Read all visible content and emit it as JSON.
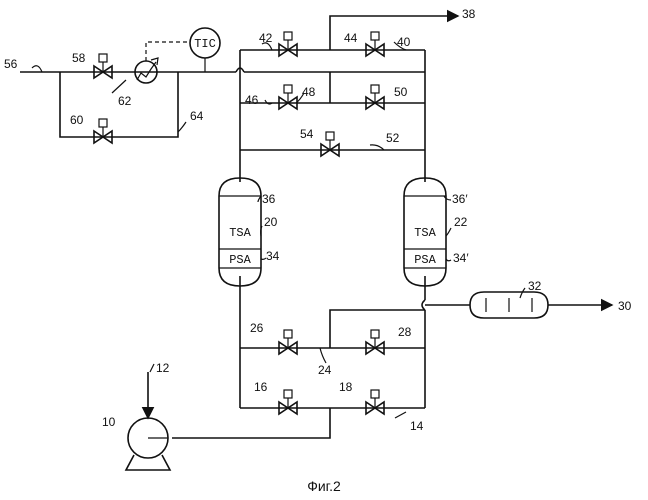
{
  "caption": "Фиг.2",
  "instrument": "TIC",
  "vessels": {
    "left": {
      "top_ref": "36",
      "bed_label": "TSA",
      "bed_ref": "20",
      "psa_label": "PSA",
      "psa_ref": "34"
    },
    "right": {
      "top_ref": "36′",
      "bed_label": "TSA",
      "bed_ref": "22",
      "psa_label": "PSA",
      "psa_ref": "34′"
    }
  },
  "refs": {
    "inlet_line": "56",
    "bypass_valve_top": "58",
    "heater": "62",
    "bypass_valve_bottom": "60",
    "bypass_line": "64",
    "valve_42": "42",
    "valve_44": "44",
    "line_40": "40",
    "line_38": "38",
    "valve_46": "46",
    "valve_48": "48",
    "valve_50": "50",
    "valve_54": "54",
    "line_52": "52",
    "receiver": "32",
    "outlet_line": "30",
    "valve_26": "26",
    "valve_28": "28",
    "line_24": "24",
    "line_12": "12",
    "valve_16": "16",
    "valve_18": "18",
    "line_14": "14",
    "compressor": "10"
  }
}
